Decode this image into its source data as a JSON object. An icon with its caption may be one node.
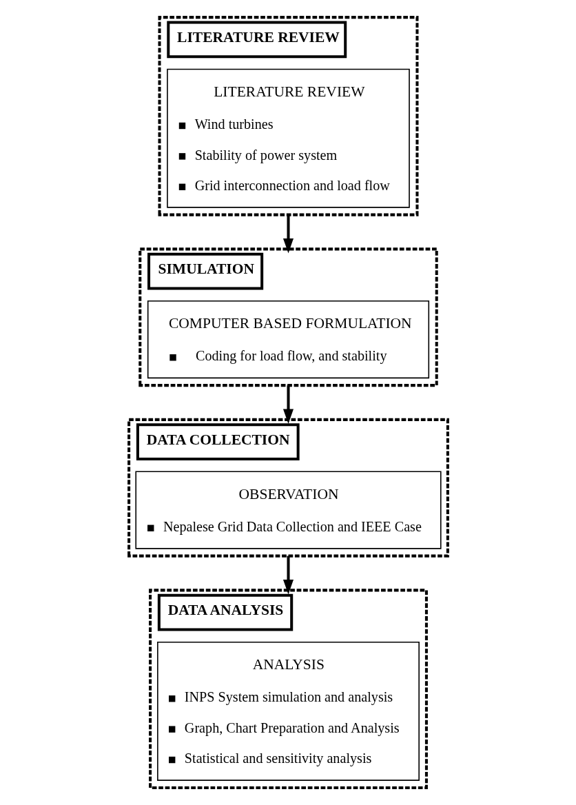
{
  "diagram": {
    "nodes": [
      {
        "text": [
          "LITERATURE REVIEW"
        ]
      },
      {
        "text": [
          "LITERATURE REVIEW",
          "Wind turbines",
          "Stability of power system",
          "Grid interconnection and load flow"
        ],
        "in": 0
      },
      {
        "text": [
          "SIMULATION"
        ]
      },
      {
        "text": [
          "COMPUTER BASED FORMULATION",
          "Coding for load flow, and stability"
        ],
        "in": 2
      },
      {
        "text": [
          "DATA COLLECTION"
        ]
      },
      {
        "text": [
          "OBSERVATION",
          "Nepalese Grid Data Collection and IEEE Case"
        ],
        "in": 4
      },
      {
        "text": [
          "DATA ANALYSIS"
        ]
      },
      {
        "text": [
          "ANALYSIS",
          "INPS System simulation and analysis",
          "Graph, Chart Preparation and Analysis",
          "Statistical and sensitivity analysis"
        ],
        "in": 6
      }
    ],
    "edges": [
      {
        "from": 0,
        "to": 2,
        "arrow": "to"
      },
      {
        "from": 2,
        "to": 4,
        "arrow": "to"
      },
      {
        "from": 4,
        "to": 6,
        "arrow": "to"
      }
    ]
  }
}
